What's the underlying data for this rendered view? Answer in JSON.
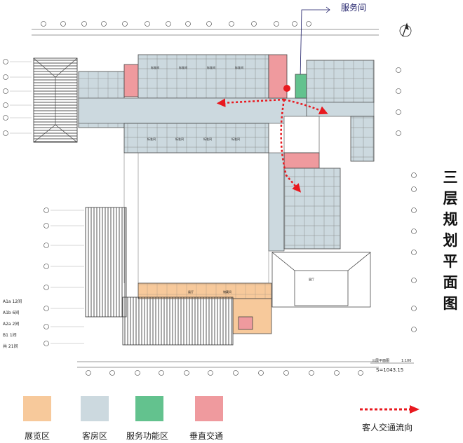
{
  "title_chars": [
    "三",
    "层",
    "规",
    "划",
    "平",
    "面",
    "图"
  ],
  "callout": {
    "label": "服务间"
  },
  "drawing": {
    "name": "三层平面图",
    "scale": "1:100",
    "area": "S=1043.15"
  },
  "stats": [
    "A1a 12间",
    "A1b 6间",
    "A2a 2间",
    "B1 1间",
    "共 21间"
  ],
  "room_labels": [
    "标准间",
    "客房",
    "展厅",
    "储藏间",
    "展厅"
  ],
  "legend": {
    "items": [
      {
        "label": "展览区",
        "color": "#f7c99b"
      },
      {
        "label": "客房区",
        "color": "#ccd9df"
      },
      {
        "label": "服务功能区",
        "color": "#63c28e"
      },
      {
        "label": "垂直交通",
        "color": "#ef9a9e"
      }
    ],
    "flow_label": "客人交通流向",
    "flow_color": "#e8191f"
  }
}
